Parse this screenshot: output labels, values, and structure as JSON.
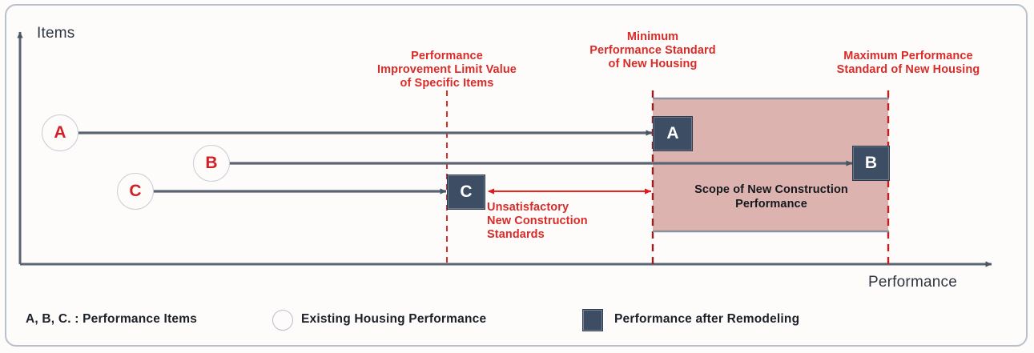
{
  "diagram": {
    "axes": {
      "y_label": "Items",
      "x_label": "Performance"
    },
    "threshold_labels": [
      {
        "id": "performance-improvement-limit",
        "text": "Performance\nImprovement Limit Value\nof Specific Items"
      },
      {
        "id": "minimum-performance-standard",
        "text": "Minimum\nPerformance Standard\nof New Housing"
      },
      {
        "id": "maximum-performance-standard",
        "text": "Maximum Performance\nStandard of New Housing"
      }
    ],
    "items": [
      {
        "id": "item-a",
        "circle_label": "A",
        "box_label": "A"
      },
      {
        "id": "item-b",
        "circle_label": "B",
        "box_label": "B"
      },
      {
        "id": "item-c",
        "circle_label": "C",
        "box_label": "C"
      }
    ],
    "annotations": {
      "unsatisfactory": "Unsatisfactory\nNew Construction\nStandards",
      "scope": "Scope of  New Construction\nPerformance"
    },
    "legend": {
      "items_note": "A, B, C. : Performance  Items",
      "existing": "Existing Housing Performance",
      "remodeled": "Performance after Remodeling"
    },
    "colors": {
      "accent_red": "#d92b28",
      "marker_navy": "#3d4d63",
      "shade_pink": "#ddb3b0",
      "axis_gray": "#5b6472",
      "frame_gray": "#b9c0cc"
    }
  }
}
